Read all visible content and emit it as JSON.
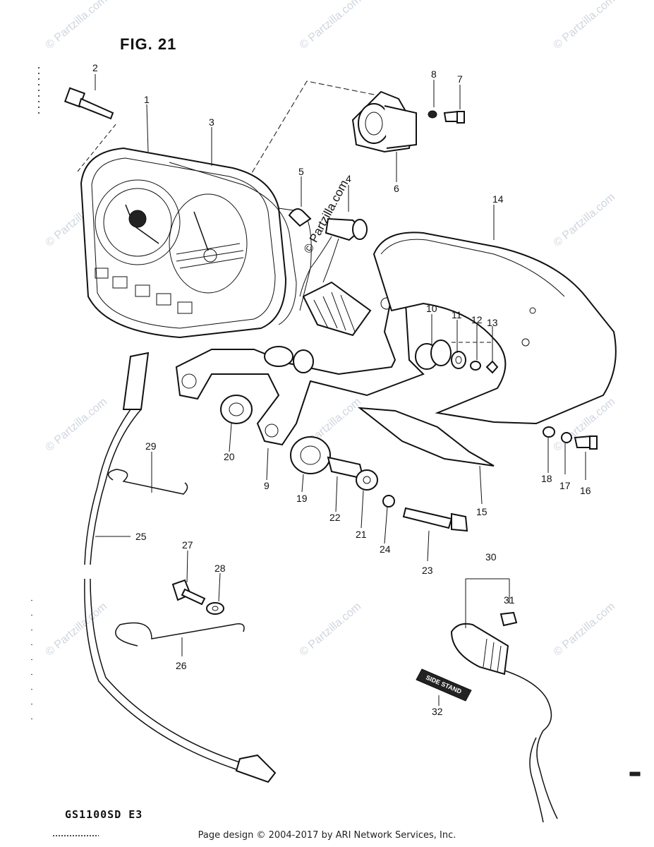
{
  "figure": {
    "title": "FIG. 21",
    "model": "GS1100SD E3"
  },
  "footer": {
    "copyright": "Page design © 2004-2017 by ARI Network Services, Inc."
  },
  "watermark": {
    "text": "© Partzilla.com",
    "center_text": "© Partzilla.com"
  },
  "sticker": {
    "text": "SIDE STAND"
  },
  "part_numbers": [
    "1",
    "2",
    "3",
    "4",
    "5",
    "6",
    "7",
    "8",
    "9",
    "10",
    "11",
    "12",
    "13",
    "14",
    "15",
    "16",
    "17",
    "18",
    "19",
    "20",
    "21",
    "22",
    "23",
    "24",
    "25",
    "26",
    "27",
    "28",
    "29",
    "30",
    "31",
    "32"
  ]
}
